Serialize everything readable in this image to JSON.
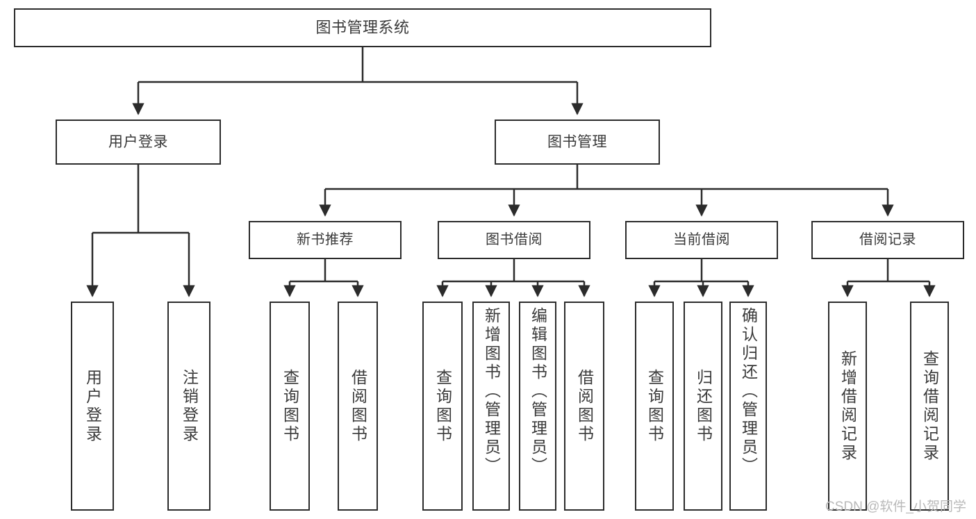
{
  "diagram": {
    "type": "tree-hierarchy",
    "title": "图书管理系统",
    "root": {
      "label": "图书管理系统"
    },
    "level2": [
      {
        "label": "用户登录"
      },
      {
        "label": "图书管理"
      }
    ],
    "level3": [
      {
        "label": "新书推荐"
      },
      {
        "label": "图书借阅"
      },
      {
        "label": "当前借阅"
      },
      {
        "label": "借阅记录"
      }
    ],
    "leaves": {
      "user_login": [
        {
          "label": "用户登录"
        },
        {
          "label": "注销登录"
        }
      ],
      "new_book_recommend": [
        {
          "label": "查询图书"
        },
        {
          "label": "借阅图书"
        }
      ],
      "book_borrow": [
        {
          "label": "查询图书"
        },
        {
          "label": "新增图书（管理员）"
        },
        {
          "label": "编辑图书（管理员）"
        },
        {
          "label": "借阅图书"
        }
      ],
      "current_borrow": [
        {
          "label": "查询图书"
        },
        {
          "label": "归还图书"
        },
        {
          "label": "确认归还（管理员）"
        }
      ],
      "borrow_record": [
        {
          "label": "新增借阅记录"
        },
        {
          "label": "查询借阅记录"
        }
      ]
    }
  },
  "watermark": {
    "text": "CSDN @软件_小贺同学"
  },
  "colors": {
    "box_border": "#2b2b2b",
    "text": "#3a3a3a",
    "connector": "#2b2b2b",
    "background": "#ffffff",
    "watermark": "#b9b9b9"
  }
}
